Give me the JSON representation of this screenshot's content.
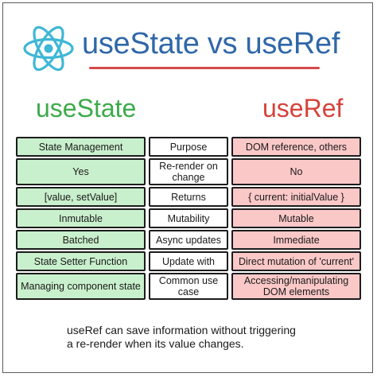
{
  "header": {
    "title": "useState vs useRef",
    "logo_icon": "react-atom-icon",
    "logo_color": "#3fb7d6",
    "title_color": "#2f68a8",
    "underline_color": "#d64a4a"
  },
  "columns": {
    "left_heading": "useState",
    "right_heading": "useRef",
    "left_color": "#3caa4a",
    "right_color": "#d6423a"
  },
  "rows": [
    {
      "use_state": "State Management",
      "criterion": "Purpose",
      "use_ref": "DOM reference, others"
    },
    {
      "use_state": "Yes",
      "criterion": "Re-render on change",
      "use_ref": "No"
    },
    {
      "use_state": "[value, setValue]",
      "criterion": "Returns",
      "use_ref": "{ current: initialValue }"
    },
    {
      "use_state": "Inmutable",
      "criterion": "Mutability",
      "use_ref": "Mutable"
    },
    {
      "use_state": "Batched",
      "criterion": "Async updates",
      "use_ref": "Immediate"
    },
    {
      "use_state": "State Setter Function",
      "criterion": "Update with",
      "use_ref": "Direct mutation of 'current'"
    },
    {
      "use_state": "Managing component state",
      "criterion": "Common use case",
      "use_ref": "Accessing/manipulating DOM elements"
    }
  ],
  "colors": {
    "green_cell": "#c9f0cc",
    "red_cell": "#fbc8c8",
    "mid_cell": "#ffffff"
  },
  "footer": {
    "note": "useRef can save information without triggering\na re-render when its value changes."
  }
}
